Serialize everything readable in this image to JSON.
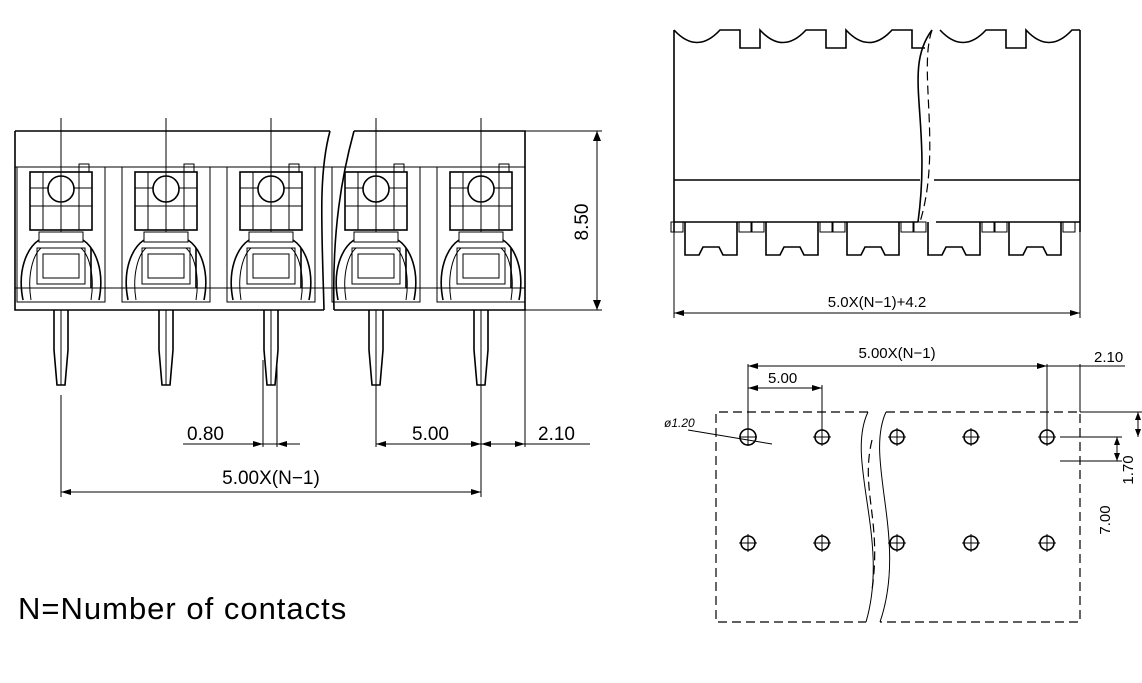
{
  "note": "N=Number of contacts",
  "front_view": {
    "dim_height": "8.50",
    "dim_pin_width": "0.80",
    "dim_pitch": "5.00",
    "dim_edge": "2.10",
    "dim_span": "5.00X(N−1)"
  },
  "top_view": {
    "dim_length": "5.0X(N−1)+4.2"
  },
  "footprint": {
    "dim_span": "5.00X(N−1)",
    "dim_pitch": "5.00",
    "dim_edge": "2.10",
    "dim_hole": "ø1.20",
    "dim_row": "7.00",
    "dim_offset": "1.70"
  }
}
